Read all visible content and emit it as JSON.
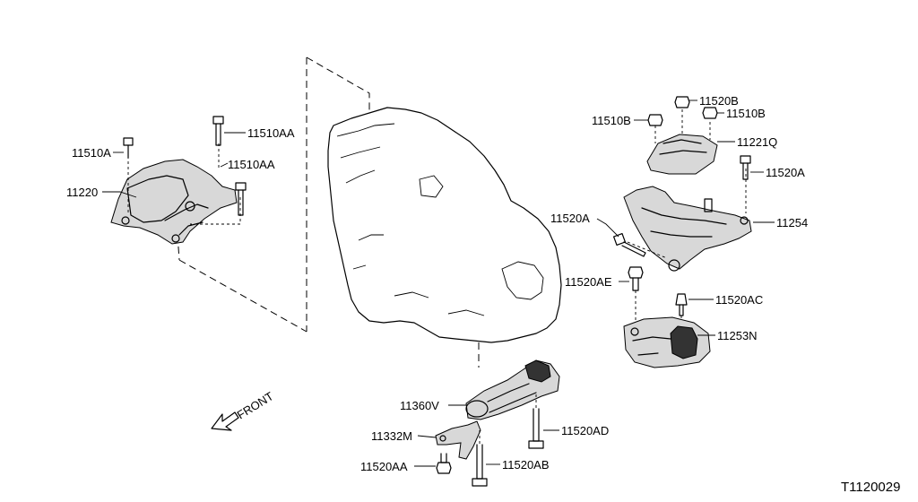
{
  "diagram_code": "T1120029",
  "front_label": "FRONT",
  "labels": [
    {
      "id": "l-11510A-left",
      "text": "11510A"
    },
    {
      "id": "l-11510AA-top",
      "text": "11510AA"
    },
    {
      "id": "l-11510AA-mid",
      "text": "11510AA"
    },
    {
      "id": "l-11220",
      "text": "11220"
    },
    {
      "id": "l-11520B",
      "text": "11520B"
    },
    {
      "id": "l-11510B-left",
      "text": "11510B"
    },
    {
      "id": "l-11510B-right",
      "text": "11510B"
    },
    {
      "id": "l-11221Q",
      "text": "11221Q"
    },
    {
      "id": "l-11520A-right",
      "text": "11520A"
    },
    {
      "id": "l-11520A-left",
      "text": "11520A"
    },
    {
      "id": "l-11254",
      "text": "11254"
    },
    {
      "id": "l-11520AE",
      "text": "11520AE"
    },
    {
      "id": "l-11520AC",
      "text": "11520AC"
    },
    {
      "id": "l-11253N",
      "text": "11253N"
    },
    {
      "id": "l-11360V",
      "text": "11360V"
    },
    {
      "id": "l-11520AD",
      "text": "11520AD"
    },
    {
      "id": "l-11332M",
      "text": "11332M"
    },
    {
      "id": "l-11520AA-bottom",
      "text": "11520AA"
    },
    {
      "id": "l-11520AB",
      "text": "11520AB"
    }
  ]
}
